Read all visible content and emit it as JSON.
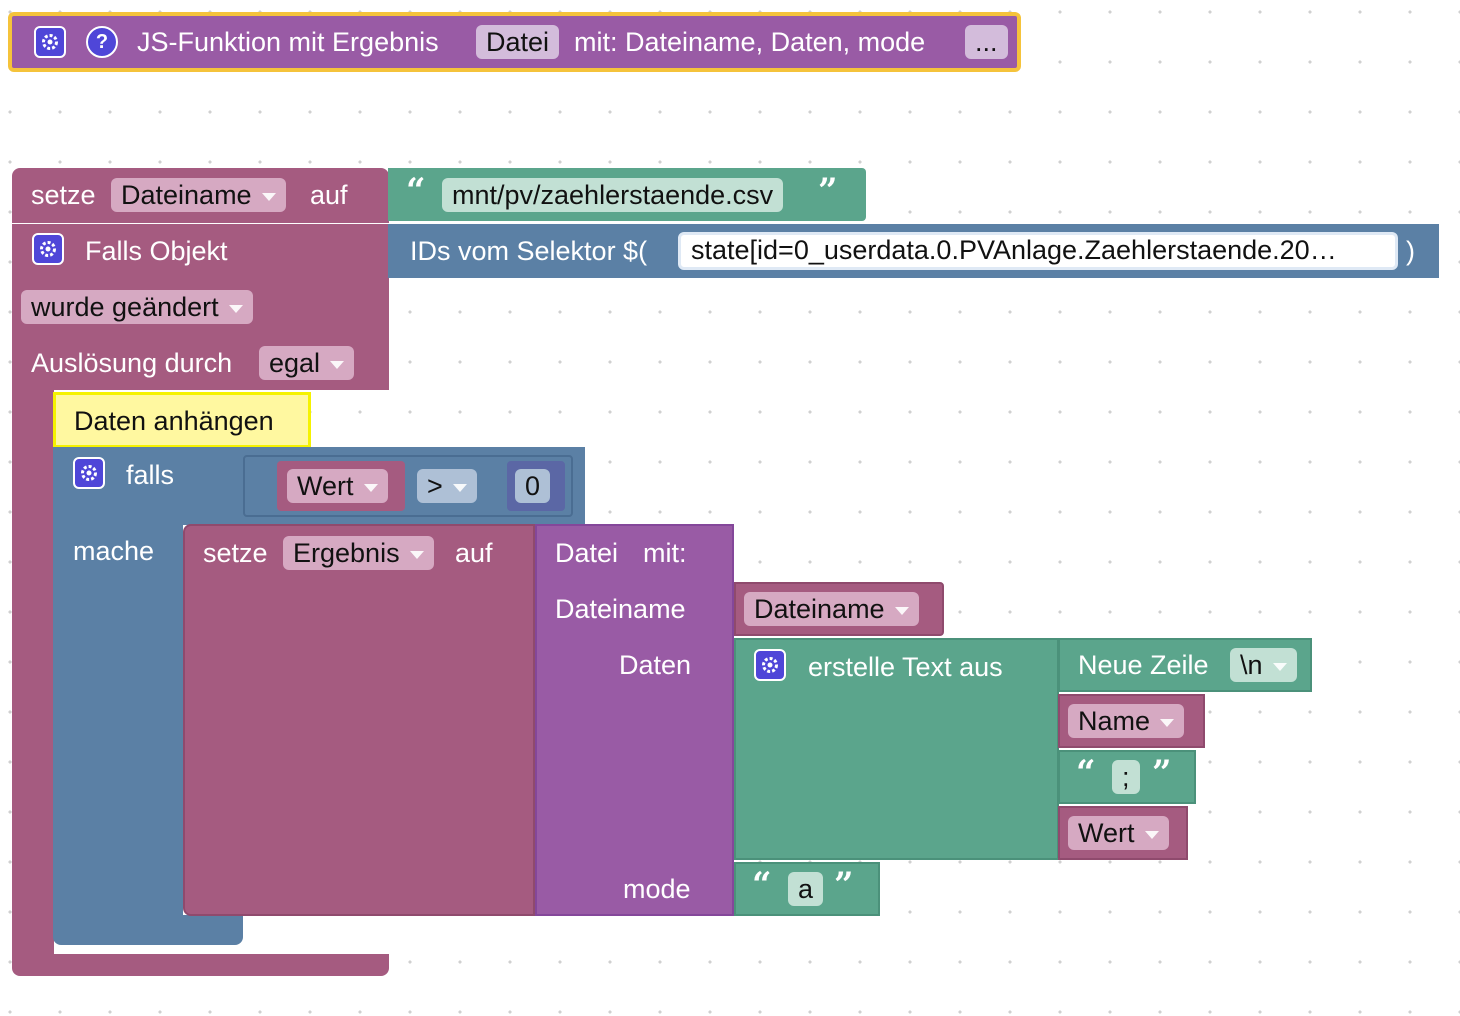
{
  "func_header": {
    "title": "JS-Funktion mit Ergebnis",
    "name": "Datei",
    "params": "mit: Dateiname, Daten, mode",
    "more": "..."
  },
  "set_filename": {
    "setze": "setze",
    "var": "Dateiname",
    "auf": "auf",
    "value": "mnt/pv/zaehlerstaende.csv"
  },
  "trigger": {
    "title": "Falls Objekt",
    "selector_label": "IDs vom Selektor $(",
    "selector_value": "state[id=0_userdata.0.PVAnlage.Zaehlerstaende.20…",
    "selector_close": ")",
    "changed": "wurde geändert",
    "triggered_by": "Auslösung durch",
    "triggered_value": "egal"
  },
  "comment": "Daten anhängen",
  "if_block": {
    "falls": "falls",
    "mache": "mache",
    "var": "Wert",
    "op": ">",
    "num": "0"
  },
  "set_result": {
    "setze": "setze",
    "var": "Ergebnis",
    "auf": "auf"
  },
  "call": {
    "name": "Datei",
    "mit": "mit:",
    "arg1": "Dateiname",
    "arg2": "Daten",
    "arg3": "mode",
    "arg1_value": "Dateiname",
    "mode_value": "a"
  },
  "text_join": {
    "title": "erstelle Text aus",
    "newline_label": "Neue Zeile",
    "newline_value": "\\n",
    "item_name": "Name",
    "sep": ";",
    "item_value": "Wert"
  }
}
